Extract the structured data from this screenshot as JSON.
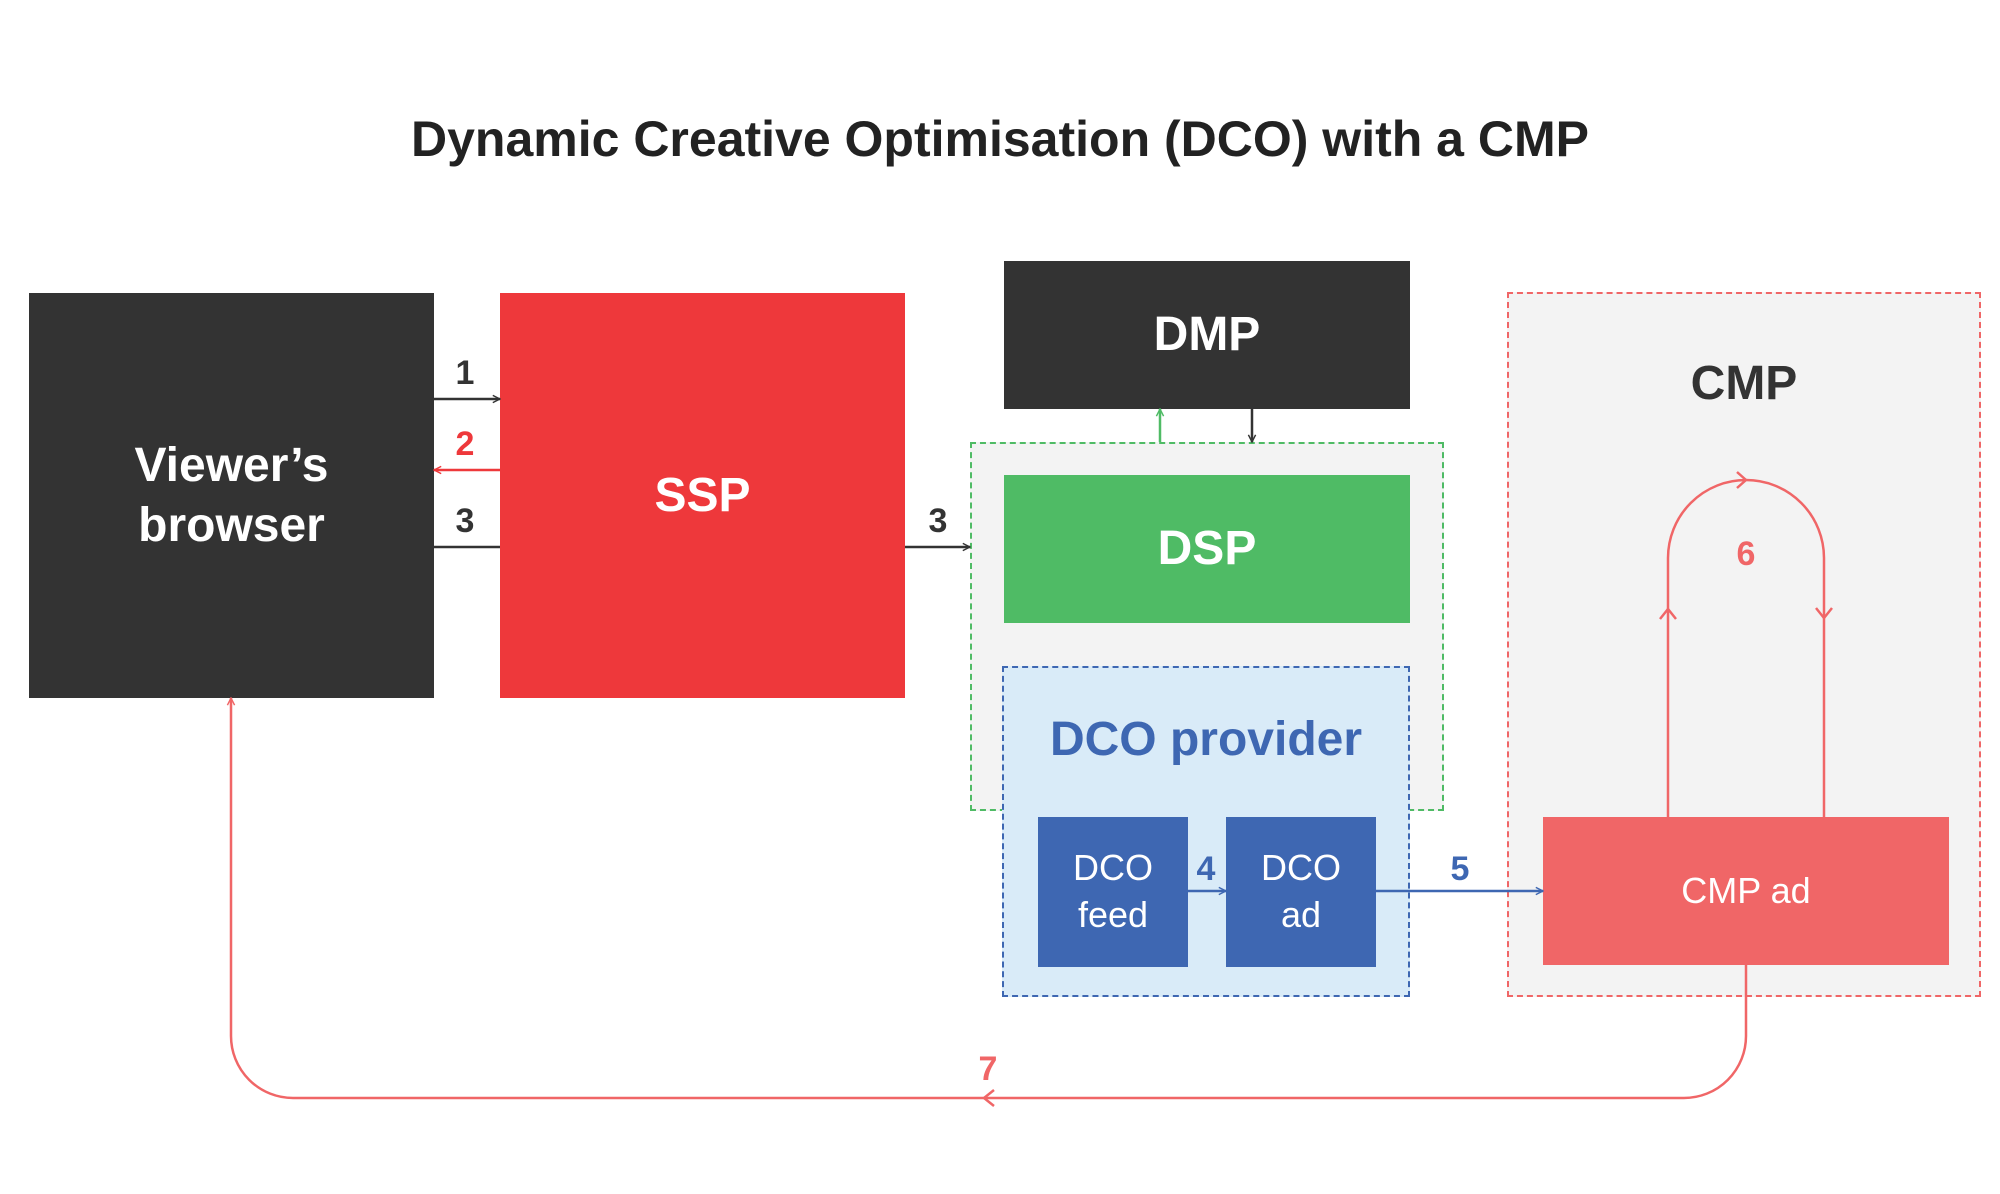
{
  "title": "Dynamic Creative Optimisation (DCO) with a CMP",
  "nodes": {
    "browser": "Viewer’s browser",
    "ssp": "SSP",
    "dmp": "DMP",
    "dsp": "DSP",
    "dco_provider": "DCO provider",
    "dco_feed": "DCO feed",
    "dco_ad": "DCO ad",
    "cmp": "CMP",
    "cmp_ad": "CMP ad"
  },
  "steps": [
    "1",
    "2",
    "3",
    "3",
    "4",
    "5",
    "6",
    "7"
  ],
  "colors": {
    "dark": "#333333",
    "red": "#ee383b",
    "green": "#4fbb65",
    "blue": "#3e67b2",
    "pink": "#f06667",
    "panel": "#f3f3f3",
    "dco_panel": "#d9ebf8"
  }
}
